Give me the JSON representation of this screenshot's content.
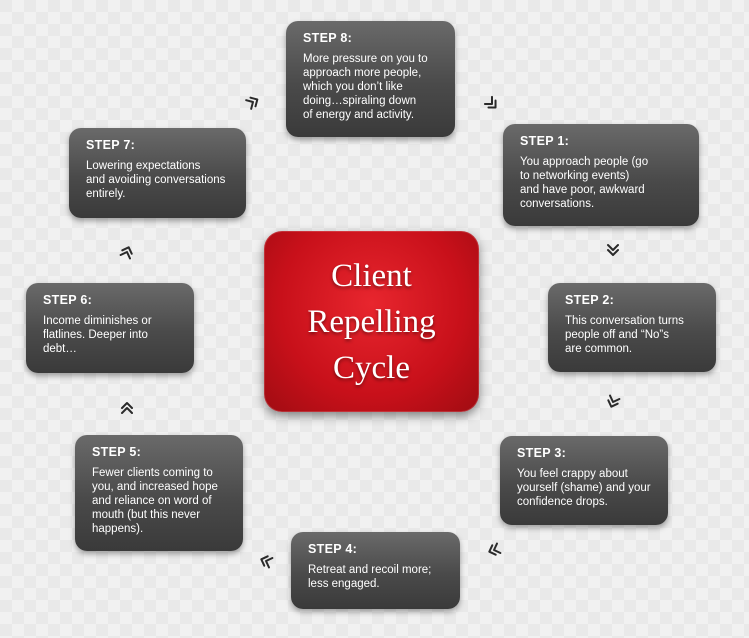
{
  "center": {
    "line1": "Client",
    "line2": "Repelling",
    "line3": "Cycle"
  },
  "steps": [
    {
      "title": "STEP 1:",
      "text": "You approach people (go\nto networking events)\nand have poor, awkward\nconversations."
    },
    {
      "title": "STEP 2:",
      "text": "This conversation turns\npeople off and “No”s\nare common."
    },
    {
      "title": "STEP 3:",
      "text": "You feel crappy about\nyourself (shame) and your\nconfidence drops."
    },
    {
      "title": "STEP 4:",
      "text": "Retreat and recoil more;\nless engaged."
    },
    {
      "title": "STEP 5:",
      "text": "Fewer clients coming to\nyou, and increased hope\nand reliance on word of\nmouth (but this never\nhappens)."
    },
    {
      "title": "STEP 6:",
      "text": "Income diminishes or\nflatlines. Deeper into\ndebt…"
    },
    {
      "title": "STEP 7:",
      "text": "Lowering expectations\nand avoiding conversations\nentirely."
    },
    {
      "title": "STEP 8:",
      "text": "More pressure on you to\napproach more people,\nwhich you don’t like\ndoing…spiraling down\nof energy and activity."
    }
  ],
  "colors": {
    "box": "#4a4a4a",
    "center": "#c8101a",
    "arrow": "#2a2a2a"
  },
  "icons": {
    "connector": "double-chevron-icon"
  }
}
